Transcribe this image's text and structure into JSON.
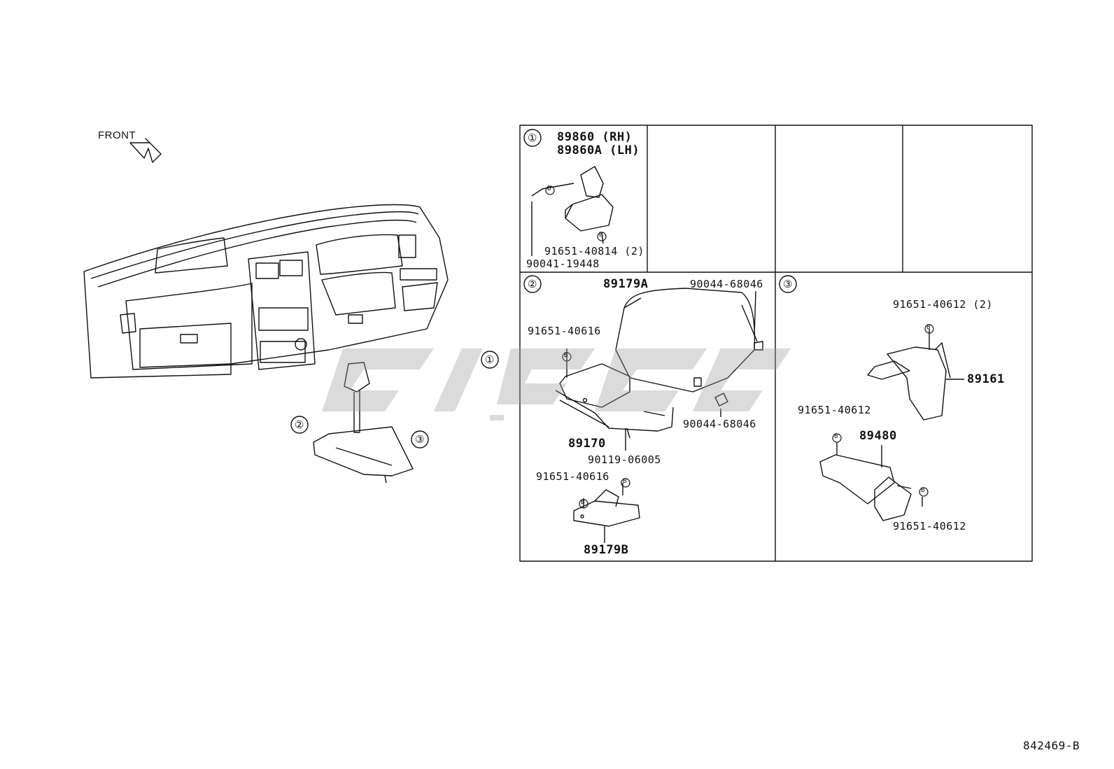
{
  "figure_code": "842469-B",
  "orientation_label": "FRONT",
  "callouts": [
    "①",
    "②",
    "③"
  ],
  "watermark_color": "#9a9a9a",
  "boxes": {
    "box1": {
      "index": "①",
      "part_rh": "89860  (RH)",
      "part_lh": "89860A (LH)",
      "bolt_a": "91651-40814 (2)",
      "nut_a": "90041-19448",
      "bolt_icon": "B"
    },
    "box2": {
      "index": "②",
      "cover": "89179A",
      "screw_top": "90044-68046",
      "bolt_left": "91651-40616",
      "screw_bottom": "90044-68046",
      "bracket": "89170",
      "nut": "90119-06005",
      "bolt_lower": "91651-40616",
      "sensor": "89179B",
      "bolt_icon": "B"
    },
    "box3": {
      "index": "③",
      "bolt_top": "91651-40612 (2)",
      "ecu": "89161",
      "bolt_left": "91651-40612",
      "bracket": "89480",
      "bolt_right": "91651-40612",
      "bolt_icon": "B"
    }
  }
}
